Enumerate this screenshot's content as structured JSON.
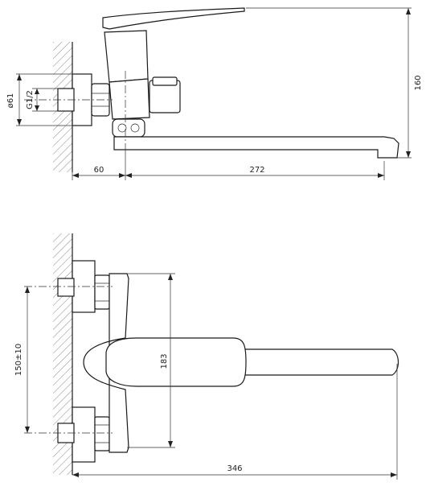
{
  "top_view": {
    "dim_width_left": "60",
    "dim_width_right": "272",
    "dim_height": "160",
    "dim_diameter": "ø61",
    "dim_thread": "G1/2"
  },
  "bottom_view": {
    "dim_center_distance": "150±10",
    "dim_height": "183",
    "dim_length": "346"
  }
}
